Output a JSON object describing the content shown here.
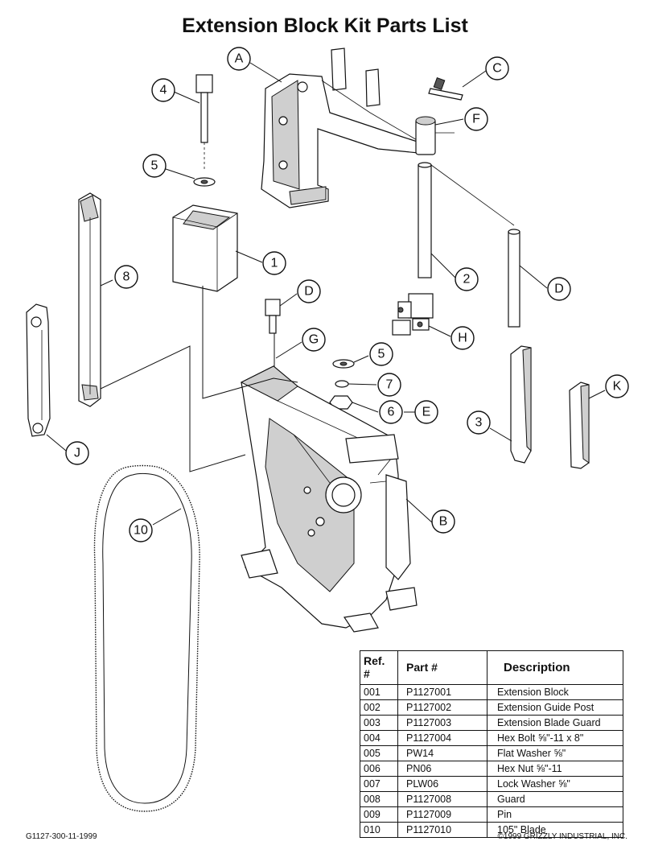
{
  "title": "Extension Block Kit Parts List",
  "callouts": {
    "A": "A",
    "B": "B",
    "C": "C",
    "D_top": "D",
    "D_right": "D",
    "E": "E",
    "F": "F",
    "G": "G",
    "H": "H",
    "J": "J",
    "K": "K",
    "n1": "1",
    "n2": "2",
    "n3": "3",
    "n4": "4",
    "n5_top": "5",
    "n5_right": "5",
    "n6": "6",
    "n7": "7",
    "n8": "8",
    "n10": "10"
  },
  "table": {
    "headers": {
      "ref": "Ref. #",
      "part": "Part #",
      "desc": "Description"
    },
    "rows": [
      {
        "ref": "001",
        "part": "P1127001",
        "desc": "Extension Block"
      },
      {
        "ref": "002",
        "part": "P1127002",
        "desc": "Extension Guide Post"
      },
      {
        "ref": "003",
        "part": "P1127003",
        "desc": "Extension Blade Guard"
      },
      {
        "ref": "004",
        "part": "P1127004",
        "desc": "Hex Bolt ⅝\"-11 x 8\""
      },
      {
        "ref": "005",
        "part": "PW14",
        "desc": "Flat Washer ⅝\""
      },
      {
        "ref": "006",
        "part": "PN06",
        "desc": "Hex Nut ⅝\"-11"
      },
      {
        "ref": "007",
        "part": "PLW06",
        "desc": "Lock Washer ⅝\""
      },
      {
        "ref": "008",
        "part": "P1127008",
        "desc": "Guard"
      },
      {
        "ref": "009",
        "part": "P1127009",
        "desc": "Pin"
      },
      {
        "ref": "010",
        "part": "P1127010",
        "desc": "105\" Blade"
      }
    ]
  },
  "footer": {
    "left": "G1127-300-11-1999",
    "right": "©1999 GRIZZLY INDUSTRIAL, INC."
  }
}
